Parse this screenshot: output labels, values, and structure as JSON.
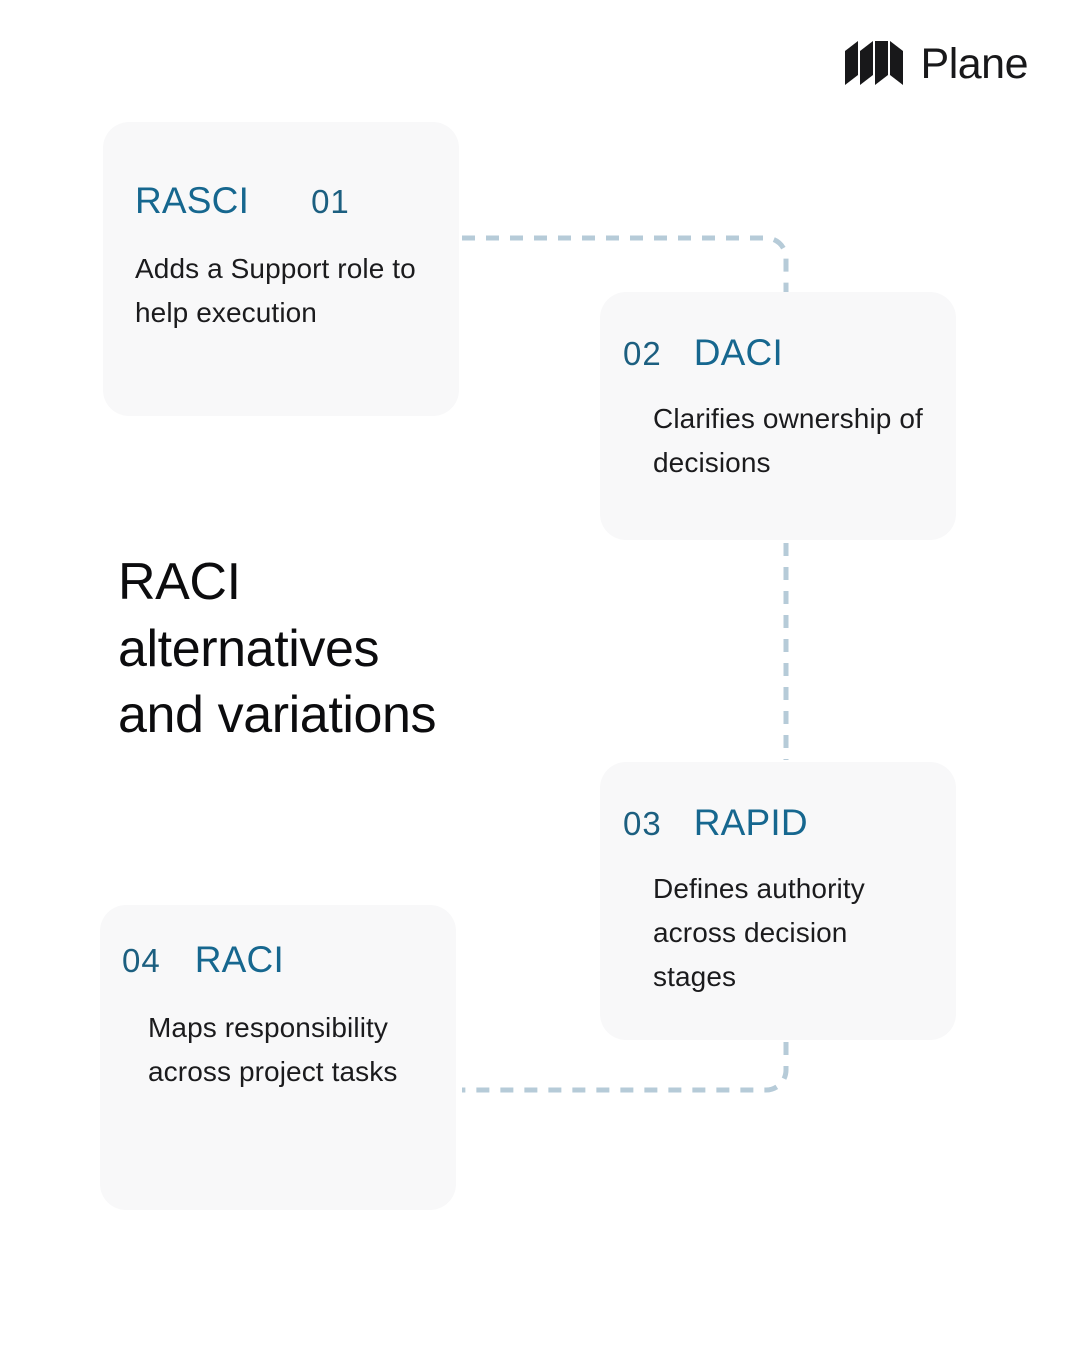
{
  "brand": {
    "name": "Plane",
    "logo_icon": "plane-logo-icon"
  },
  "headline": "RACI\nalternatives\nand variations",
  "colors": {
    "accent_blue": "#16678f",
    "number_blue": "#1c5f80",
    "card_bg": "#f8f8f9",
    "connector": "#b6cbd8",
    "page_bg": "#ffffff",
    "text": "#1b1b1d"
  },
  "cards": [
    {
      "number": "01",
      "title": "RASCI",
      "body": "Adds a Support role to help execution",
      "order": "title-first"
    },
    {
      "number": "02",
      "title": "DACI",
      "body": "Clarifies ownership of decisions",
      "order": "number-first"
    },
    {
      "number": "03",
      "title": "RAPID",
      "body": "Defines authority across decision stages",
      "order": "number-first"
    },
    {
      "number": "04",
      "title": "RACI",
      "body": "Maps responsibility across project tasks",
      "order": "number-first"
    }
  ],
  "connectors": [
    {
      "from": "card-1",
      "to": "card-2",
      "style": "dashed"
    },
    {
      "from": "card-2",
      "to": "card-3",
      "style": "dashed"
    },
    {
      "from": "card-3",
      "to": "card-4",
      "style": "dashed"
    }
  ]
}
